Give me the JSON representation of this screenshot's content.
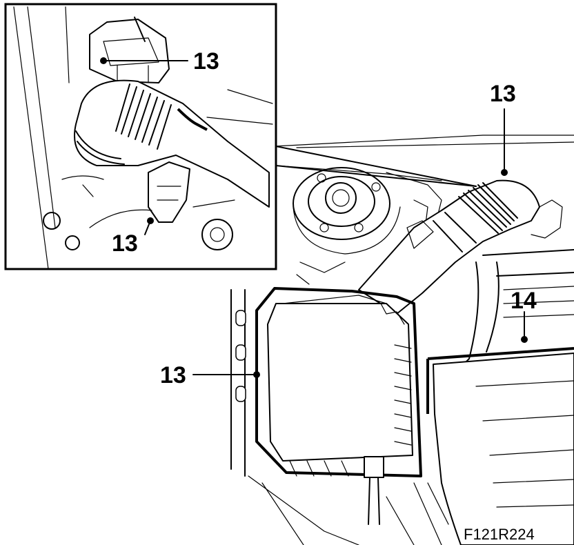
{
  "figure": {
    "id_label": "F121R224",
    "inset_callouts": {
      "top": "13",
      "bottom": "13"
    },
    "main_callouts": {
      "hose_top": "13",
      "airbox_left": "13",
      "engine_right": "14"
    }
  }
}
